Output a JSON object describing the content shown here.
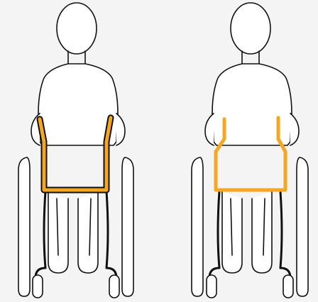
{
  "figures": [
    {
      "id": "left",
      "description_name": "wheelchair-user-front-guard-outlined",
      "highlight_style": "double-outline"
    },
    {
      "id": "right",
      "description_name": "wheelchair-user-front-guard-solid",
      "highlight_style": "single-line"
    }
  ],
  "colors": {
    "background": "#f4f4f4",
    "line": "#111111",
    "body_fill": "#ffffff",
    "accent": "#f5a623"
  }
}
